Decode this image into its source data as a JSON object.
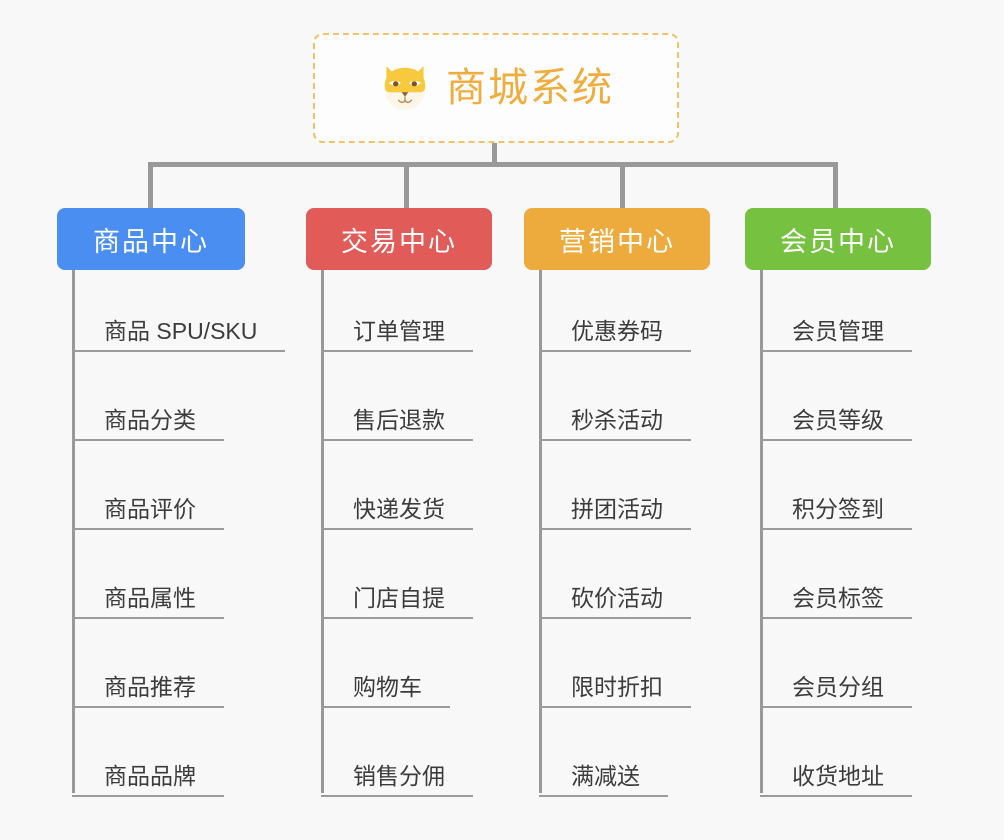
{
  "root": {
    "title": "商城系统",
    "icon": "shiba-dog-face-icon",
    "border_color": "#f1c366",
    "text_color": "#f0ad3e"
  },
  "page": {
    "background": "#f8f8f8",
    "connector_color": "#999999"
  },
  "branches": [
    {
      "label": "商品中心",
      "color": "#4a8ef1",
      "children": [
        {
          "label": "商品 SPU/SKU"
        },
        {
          "label": "商品分类"
        },
        {
          "label": "商品评价"
        },
        {
          "label": "商品属性"
        },
        {
          "label": "商品推荐"
        },
        {
          "label": "商品品牌"
        }
      ]
    },
    {
      "label": "交易中心",
      "color": "#e15b59",
      "children": [
        {
          "label": "订单管理"
        },
        {
          "label": "售后退款"
        },
        {
          "label": "快递发货"
        },
        {
          "label": "门店自提"
        },
        {
          "label": "购物车"
        },
        {
          "label": "销售分佣"
        }
      ]
    },
    {
      "label": "营销中心",
      "color": "#edab3e",
      "children": [
        {
          "label": "优惠券码"
        },
        {
          "label": "秒杀活动"
        },
        {
          "label": "拼团活动"
        },
        {
          "label": "砍价活动"
        },
        {
          "label": "限时折扣"
        },
        {
          "label": "满减送"
        }
      ]
    },
    {
      "label": "会员中心",
      "color": "#76c13f",
      "children": [
        {
          "label": "会员管理"
        },
        {
          "label": "会员等级"
        },
        {
          "label": "积分签到"
        },
        {
          "label": "会员标签"
        },
        {
          "label": "会员分组"
        },
        {
          "label": "收货地址"
        }
      ]
    }
  ]
}
